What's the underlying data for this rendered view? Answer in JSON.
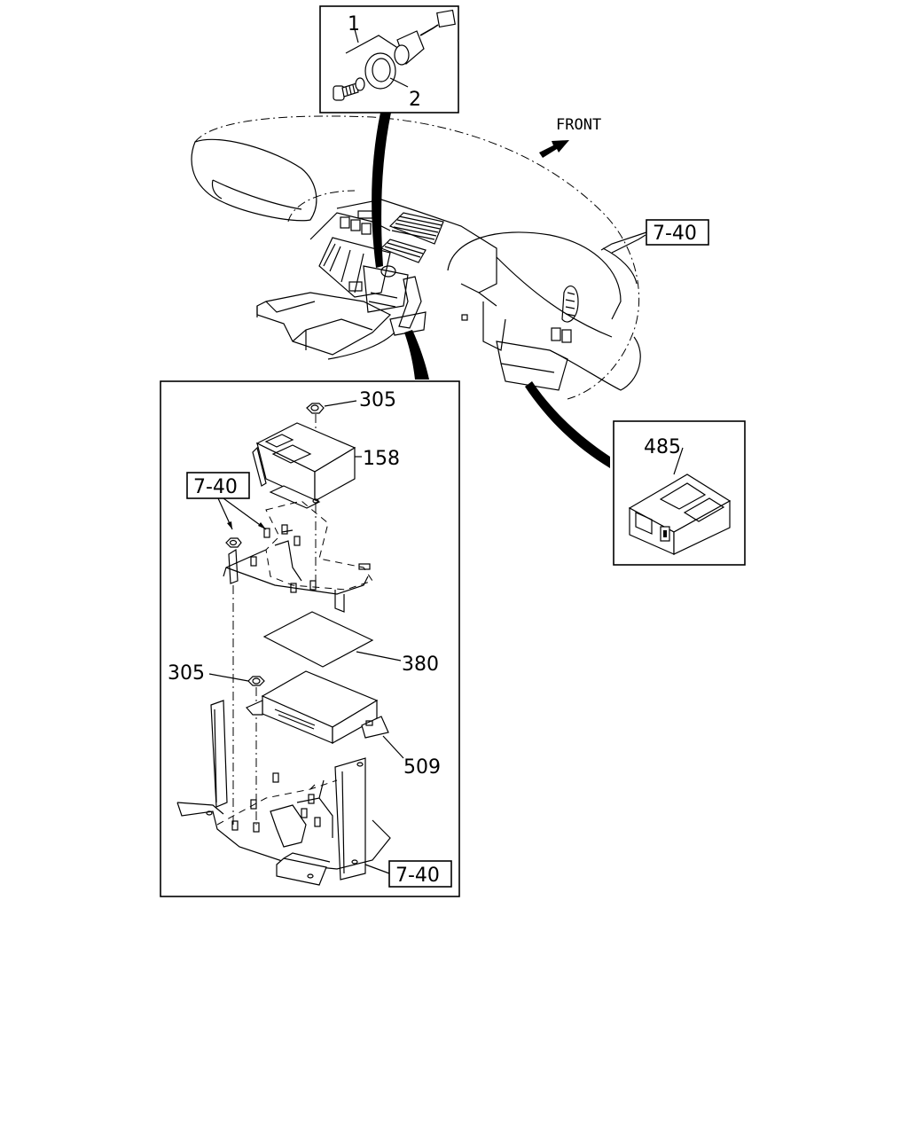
{
  "diagram": {
    "direction_label": "FRONT",
    "callouts": {
      "part_1": "1",
      "part_2": "2",
      "ref_dash_top": "7-40",
      "part_305_top": "305",
      "part_158": "158",
      "ref_bracket_left": "7-40",
      "part_380": "380",
      "part_305_bottom": "305",
      "part_509": "509",
      "ref_bracket_bottom": "7-40",
      "part_485": "485"
    }
  }
}
